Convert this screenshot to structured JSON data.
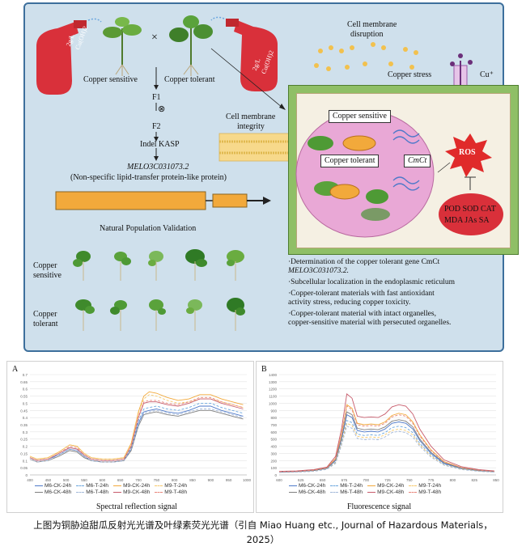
{
  "abstract": {
    "sprayer_left_label": "2g/L\nCu(OH)2",
    "sprayer_right_label": "2g/L\nCu(OH)2",
    "cross_symbol": "×",
    "copper_sensitive": "Copper sensitive",
    "copper_tolerant": "Copper tolerant",
    "f1": "F1",
    "self_symbol": "⊗",
    "f2": "F2",
    "indel": "Indel KASP",
    "gene_id": "MELO3C031073.2",
    "gene_desc": "(Non-specific lipid-transfer protein-like protein)",
    "population_validation": "Natural Population Validation",
    "row_sensitive_1": "Copper",
    "row_sensitive_2": "sensitive",
    "row_tolerant_1": "Copper",
    "row_tolerant_2": "tolerant",
    "membrane_integrity_1": "Cell membrane",
    "membrane_integrity_2": "integrity",
    "membrane_disruption_1": "Cell membrane",
    "membrane_disruption_2": "disruption",
    "copper_stress": "Copper stress",
    "cu_ion": "Cu⁺",
    "box_sensitive": "Copper sensitive",
    "box_tolerant": "Copper tolerant",
    "cmct_label": "CmCt",
    "ros": "ROS",
    "enzymes_1": "POD SOD CAT",
    "enzymes_2": "MDA JAs SA",
    "findings": [
      "·Determination of the copper tolerant gene CmCt",
      "MELO3C031073.2.",
      "·Subcellular localization in the endoplasmic reticulum",
      "·Copper-tolerant materials with fast antioxidant",
      "activity stress, reducing copper toxicity.",
      "·Copper-tolerant material with intact organelles,",
      "copper-sensitive material with persecuted organelles."
    ]
  },
  "chart_data": [
    {
      "type": "line",
      "panel_label": "A",
      "xlabel": "Spectral reflection signal",
      "ylabel": "",
      "xlim": [
        400,
        1000
      ],
      "ylim": [
        0,
        0.7
      ],
      "x_ticks": [
        400,
        450,
        500,
        550,
        600,
        650,
        700,
        750,
        800,
        850,
        900,
        950,
        1000
      ],
      "y_ticks": [
        0,
        0.05,
        0.1,
        0.15,
        0.2,
        0.25,
        0.3,
        0.35,
        0.4,
        0.45,
        0.5,
        0.55,
        0.6,
        0.65,
        0.7
      ],
      "grid": true,
      "legend_position": "bottom",
      "x": [
        400,
        420,
        450,
        480,
        510,
        530,
        550,
        570,
        600,
        630,
        660,
        680,
        700,
        715,
        730,
        750,
        780,
        810,
        840,
        870,
        900,
        930,
        960,
        990
      ],
      "series": [
        {
          "name": "M6-CK-24h",
          "color": "#4e79c9",
          "dash": false,
          "values": [
            0.12,
            0.1,
            0.11,
            0.14,
            0.18,
            0.17,
            0.13,
            0.1,
            0.09,
            0.09,
            0.1,
            0.18,
            0.36,
            0.44,
            0.45,
            0.46,
            0.44,
            0.43,
            0.45,
            0.48,
            0.48,
            0.45,
            0.43,
            0.41
          ]
        },
        {
          "name": "M6-T-24h",
          "color": "#6aa6de",
          "dash": true,
          "values": [
            0.12,
            0.1,
            0.11,
            0.15,
            0.19,
            0.18,
            0.14,
            0.11,
            0.1,
            0.1,
            0.11,
            0.19,
            0.38,
            0.46,
            0.47,
            0.48,
            0.46,
            0.45,
            0.47,
            0.5,
            0.5,
            0.47,
            0.45,
            0.43
          ]
        },
        {
          "name": "M9-CK-24h",
          "color": "#f2a93b",
          "dash": false,
          "values": [
            0.13,
            0.11,
            0.12,
            0.16,
            0.21,
            0.2,
            0.15,
            0.12,
            0.11,
            0.11,
            0.12,
            0.22,
            0.44,
            0.55,
            0.58,
            0.57,
            0.54,
            0.52,
            0.53,
            0.56,
            0.56,
            0.53,
            0.51,
            0.49
          ]
        },
        {
          "name": "M9-T-24h",
          "color": "#f7c96b",
          "dash": true,
          "values": [
            0.13,
            0.11,
            0.12,
            0.16,
            0.21,
            0.2,
            0.15,
            0.12,
            0.11,
            0.11,
            0.12,
            0.21,
            0.43,
            0.53,
            0.56,
            0.55,
            0.52,
            0.5,
            0.51,
            0.53,
            0.53,
            0.51,
            0.49,
            0.47
          ]
        },
        {
          "name": "M6-CK-48h",
          "color": "#7f7f7f",
          "dash": false,
          "values": [
            0.11,
            0.09,
            0.1,
            0.13,
            0.17,
            0.16,
            0.12,
            0.1,
            0.09,
            0.09,
            0.1,
            0.17,
            0.34,
            0.42,
            0.43,
            0.44,
            0.42,
            0.41,
            0.43,
            0.45,
            0.45,
            0.43,
            0.41,
            0.39
          ]
        },
        {
          "name": "M6-T-48h",
          "color": "#a3b8d9",
          "dash": true,
          "values": [
            0.11,
            0.09,
            0.1,
            0.14,
            0.18,
            0.17,
            0.13,
            0.1,
            0.09,
            0.09,
            0.1,
            0.18,
            0.35,
            0.43,
            0.44,
            0.45,
            0.43,
            0.42,
            0.44,
            0.46,
            0.46,
            0.44,
            0.42,
            0.4
          ]
        },
        {
          "name": "M9-CK-48h",
          "color": "#c75b6b",
          "dash": false,
          "values": [
            0.12,
            0.1,
            0.11,
            0.15,
            0.19,
            0.18,
            0.14,
            0.11,
            0.1,
            0.1,
            0.11,
            0.2,
            0.4,
            0.5,
            0.51,
            0.51,
            0.49,
            0.48,
            0.5,
            0.53,
            0.53,
            0.5,
            0.48,
            0.46
          ]
        },
        {
          "name": "M9-T-48h",
          "color": "#e8857a",
          "dash": true,
          "values": [
            0.12,
            0.1,
            0.11,
            0.15,
            0.2,
            0.19,
            0.14,
            0.11,
            0.1,
            0.1,
            0.11,
            0.2,
            0.41,
            0.51,
            0.52,
            0.52,
            0.5,
            0.49,
            0.51,
            0.54,
            0.54,
            0.51,
            0.49,
            0.47
          ]
        }
      ]
    },
    {
      "type": "line",
      "panel_label": "B",
      "xlabel": "Fluorescence signal",
      "ylabel": "",
      "xlim": [
        600,
        850
      ],
      "ylim": [
        0,
        1400
      ],
      "x_ticks": [
        600,
        625,
        650,
        675,
        700,
        725,
        750,
        775,
        800,
        825,
        850
      ],
      "y_ticks": [
        0,
        100,
        200,
        300,
        400,
        500,
        600,
        700,
        800,
        900,
        1000,
        1100,
        1200,
        1300,
        1400
      ],
      "grid": true,
      "legend_position": "bottom",
      "x": [
        600,
        620,
        640,
        655,
        665,
        672,
        678,
        684,
        690,
        698,
        706,
        714,
        722,
        730,
        738,
        746,
        754,
        762,
        775,
        790,
        810,
        830,
        848
      ],
      "series": [
        {
          "name": "M6-CK-24h",
          "color": "#4e79c9",
          "dash": false,
          "values": [
            40,
            45,
            60,
            90,
            200,
            500,
            840,
            800,
            620,
            600,
            610,
            600,
            640,
            720,
            740,
            720,
            640,
            480,
            300,
            160,
            90,
            60,
            45
          ]
        },
        {
          "name": "M6-T-24h",
          "color": "#6aa6de",
          "dash": true,
          "values": [
            38,
            42,
            55,
            85,
            180,
            460,
            760,
            730,
            570,
            550,
            560,
            550,
            590,
            660,
            680,
            660,
            590,
            440,
            280,
            150,
            85,
            55,
            42
          ]
        },
        {
          "name": "M9-CK-24h",
          "color": "#f2a93b",
          "dash": false,
          "values": [
            45,
            50,
            68,
            100,
            230,
            580,
            980,
            930,
            720,
            700,
            710,
            700,
            740,
            830,
            860,
            840,
            740,
            560,
            350,
            185,
            100,
            65,
            50
          ]
        },
        {
          "name": "M9-T-24h",
          "color": "#f7c96b",
          "dash": true,
          "values": [
            36,
            40,
            52,
            80,
            170,
            440,
            720,
            690,
            540,
            520,
            530,
            520,
            560,
            620,
            640,
            620,
            560,
            420,
            265,
            140,
            80,
            52,
            40
          ]
        },
        {
          "name": "M6-CK-48h",
          "color": "#7f7f7f",
          "dash": false,
          "values": [
            42,
            47,
            63,
            95,
            210,
            520,
            880,
            840,
            650,
            630,
            640,
            630,
            670,
            750,
            770,
            750,
            670,
            500,
            315,
            170,
            95,
            62,
            47
          ]
        },
        {
          "name": "M6-T-48h",
          "color": "#a3b8d9",
          "dash": true,
          "values": [
            34,
            38,
            50,
            78,
            160,
            420,
            680,
            650,
            510,
            490,
            500,
            490,
            530,
            590,
            610,
            590,
            530,
            400,
            250,
            135,
            75,
            50,
            38
          ]
        },
        {
          "name": "M9-CK-48h",
          "color": "#c75b6b",
          "dash": false,
          "values": [
            50,
            55,
            75,
            110,
            260,
            650,
            1130,
            1070,
            820,
            800,
            810,
            800,
            850,
            950,
            980,
            960,
            850,
            640,
            400,
            210,
            115,
            75,
            55
          ]
        },
        {
          "name": "M9-T-48h",
          "color": "#e8857a",
          "dash": true,
          "values": [
            44,
            49,
            66,
            98,
            225,
            570,
            960,
            910,
            700,
            680,
            690,
            680,
            720,
            810,
            840,
            820,
            720,
            545,
            340,
            180,
            100,
            66,
            49
          ]
        }
      ]
    }
  ],
  "caption_line1": "上图为铜胁迫甜瓜反射光光谱及叶绿素荧光光谱（引自 Miao Huang etc., Journal of Hazardous Materials，",
  "caption_line2": "2025）"
}
